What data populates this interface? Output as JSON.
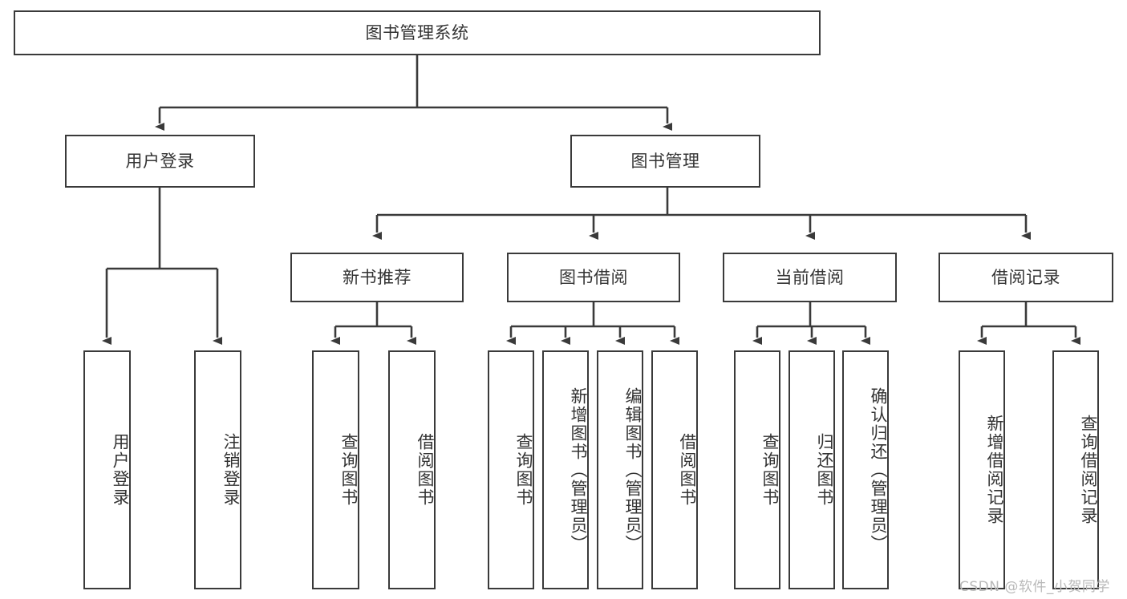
{
  "diagram": {
    "title": "图书管理系统",
    "type": "tree",
    "orientation": "top-down",
    "line_color": "#3a3a3a",
    "box_fill": "#ffffff",
    "text_color": "#333333"
  },
  "nodes": {
    "root": {
      "label": "图书管理系统",
      "level": 0
    },
    "level1": [
      {
        "id": "user-login",
        "label": "用户登录"
      },
      {
        "id": "book-manage",
        "label": "图书管理"
      }
    ],
    "level2": [
      {
        "id": "new-book-rec",
        "label": "新书推荐",
        "parent": "book-manage"
      },
      {
        "id": "book-borrow",
        "label": "图书借阅",
        "parent": "book-manage"
      },
      {
        "id": "current-borrow",
        "label": "当前借阅",
        "parent": "book-manage"
      },
      {
        "id": "borrow-record",
        "label": "借阅记录",
        "parent": "book-manage"
      }
    ],
    "leaves": [
      {
        "id": "leaf-user-login",
        "label": "用户登录",
        "parent": "user-login"
      },
      {
        "id": "leaf-logout",
        "label": "注销登录",
        "parent": "user-login"
      },
      {
        "id": "leaf-query-book-1",
        "label": "查询图书",
        "parent": "new-book-rec"
      },
      {
        "id": "leaf-borrow-book-1",
        "label": "借阅图书",
        "parent": "new-book-rec"
      },
      {
        "id": "leaf-query-book-2",
        "label": "查询图书",
        "parent": "book-borrow"
      },
      {
        "id": "leaf-add-book",
        "label": "新增图书（管理员）",
        "parent": "book-borrow"
      },
      {
        "id": "leaf-edit-book",
        "label": "编辑图书（管理员）",
        "parent": "book-borrow"
      },
      {
        "id": "leaf-borrow-book-2",
        "label": "借阅图书",
        "parent": "book-borrow"
      },
      {
        "id": "leaf-query-book-3",
        "label": "查询图书",
        "parent": "current-borrow"
      },
      {
        "id": "leaf-return-book",
        "label": "归还图书",
        "parent": "current-borrow"
      },
      {
        "id": "leaf-confirm-return",
        "label": "确认归还（管理员）",
        "parent": "current-borrow"
      },
      {
        "id": "leaf-add-record",
        "label": "新增借阅记录",
        "parent": "borrow-record"
      },
      {
        "id": "leaf-query-record",
        "label": "查询借阅记录",
        "parent": "borrow-record"
      }
    ]
  },
  "watermark": {
    "text": "CSDN @软件_小贺同学"
  }
}
